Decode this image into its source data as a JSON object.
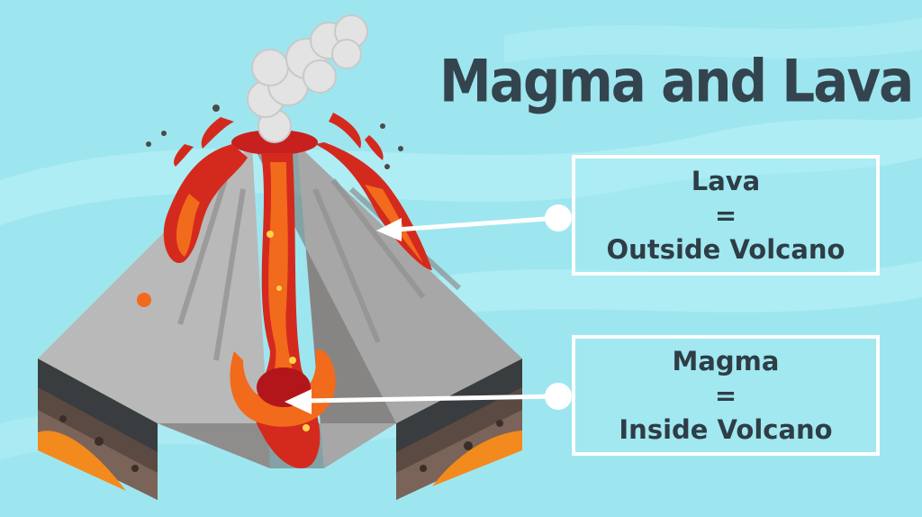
{
  "title": "Magma and Lava",
  "labels": {
    "lava": {
      "line1": "Lava",
      "line2": "=",
      "line3": "Outside Volcano"
    },
    "magma": {
      "line1": "Magma",
      "line2": "=",
      "line3": "Inside Volcano"
    }
  },
  "colors": {
    "background": "#9ee6ef",
    "title": "#34444f",
    "label_text": "#2f3d46",
    "lava_orange": "#f26a1b",
    "lava_red": "#d42a1e",
    "rock_gray": "#b9b9b9",
    "grass_green": "#7fc34a"
  }
}
